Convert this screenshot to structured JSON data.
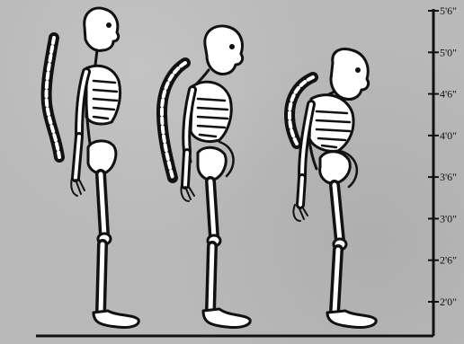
{
  "height_scale": {
    "labels": [
      "5'6\"",
      "5'0\"",
      "4'6\"",
      "4'0\"",
      "3'6\"",
      "3'0\"",
      "2'6\"",
      "2'0\""
    ]
  },
  "figures": [
    {
      "name": "upright-skeleton",
      "spine": "straight"
    },
    {
      "name": "stooped-skeleton",
      "spine": "moderately curved"
    },
    {
      "name": "hunched-skeleton",
      "spine": "severely curved"
    }
  ],
  "colors": {
    "background": "#b9b9b9",
    "bone_fill": "#ffffff",
    "ink": "#111111"
  }
}
